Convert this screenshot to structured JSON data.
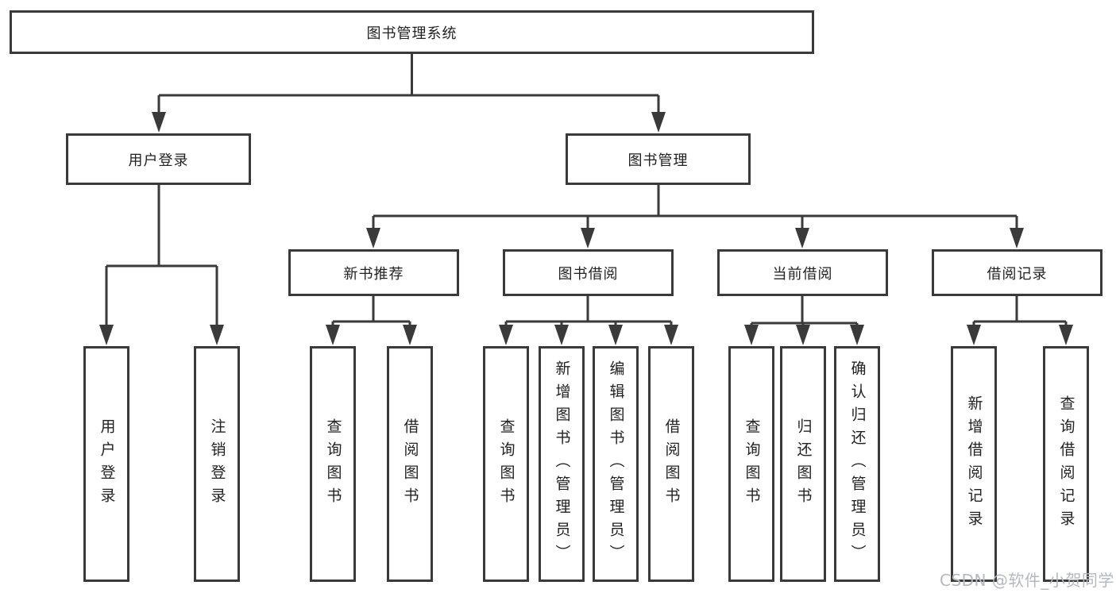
{
  "tree": {
    "label": "图书管理系统",
    "children": [
      {
        "label": "用户登录",
        "children": [
          {
            "label": "用户登录"
          },
          {
            "label": "注销登录"
          }
        ]
      },
      {
        "label": "图书管理",
        "children": [
          {
            "label": "新书推荐",
            "children": [
              {
                "label": "查询图书"
              },
              {
                "label": "借阅图书"
              }
            ]
          },
          {
            "label": "图书借阅",
            "children": [
              {
                "label": "查询图书"
              },
              {
                "label": "新增图书（管理员）"
              },
              {
                "label": "编辑图书（管理员）"
              },
              {
                "label": "借阅图书"
              }
            ]
          },
          {
            "label": "当前借阅",
            "children": [
              {
                "label": "查询图书"
              },
              {
                "label": "归还图书"
              },
              {
                "label": "确认归还（管理员）"
              }
            ]
          },
          {
            "label": "借阅记录",
            "children": [
              {
                "label": "新增借阅记录"
              },
              {
                "label": "查询借阅记录"
              }
            ]
          }
        ]
      }
    ]
  },
  "watermark": {
    "text": "CSDN @软件_小贺同学"
  },
  "colors": {
    "line": "#3a3a3a",
    "text": "#222222",
    "watermark": "#b5b8bf",
    "background": "#ffffff"
  }
}
